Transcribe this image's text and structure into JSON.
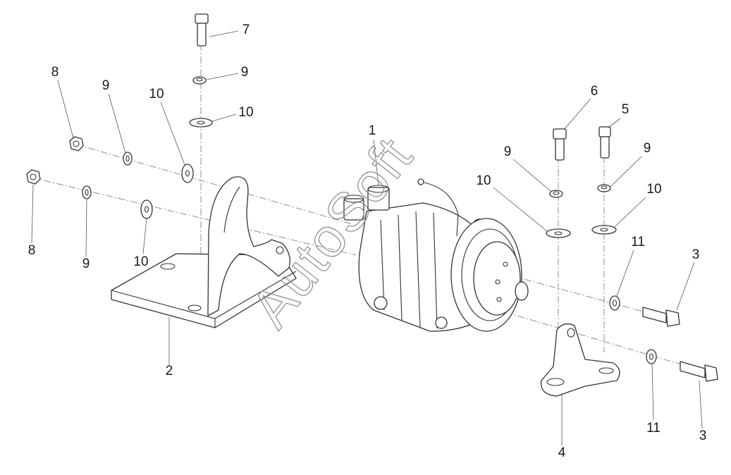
{
  "watermark": "AutoSoft",
  "callouts": [
    {
      "id": "c1",
      "text": "1"
    },
    {
      "id": "c2",
      "text": "2"
    },
    {
      "id": "c3a",
      "text": "3"
    },
    {
      "id": "c3b",
      "text": "3"
    },
    {
      "id": "c4",
      "text": "4"
    },
    {
      "id": "c5",
      "text": "5"
    },
    {
      "id": "c6",
      "text": "6"
    },
    {
      "id": "c7",
      "text": "7"
    },
    {
      "id": "c8a",
      "text": "8"
    },
    {
      "id": "c8b",
      "text": "8"
    },
    {
      "id": "c9a",
      "text": "9"
    },
    {
      "id": "c9b",
      "text": "9"
    },
    {
      "id": "c9c",
      "text": "9"
    },
    {
      "id": "c9d",
      "text": "9"
    },
    {
      "id": "c9e",
      "text": "9"
    },
    {
      "id": "c10a",
      "text": "10"
    },
    {
      "id": "c10b",
      "text": "10"
    },
    {
      "id": "c10c",
      "text": "10"
    },
    {
      "id": "c10d",
      "text": "10"
    },
    {
      "id": "c10e",
      "text": "10"
    },
    {
      "id": "c11a",
      "text": "11"
    },
    {
      "id": "c11b",
      "text": "11"
    }
  ]
}
